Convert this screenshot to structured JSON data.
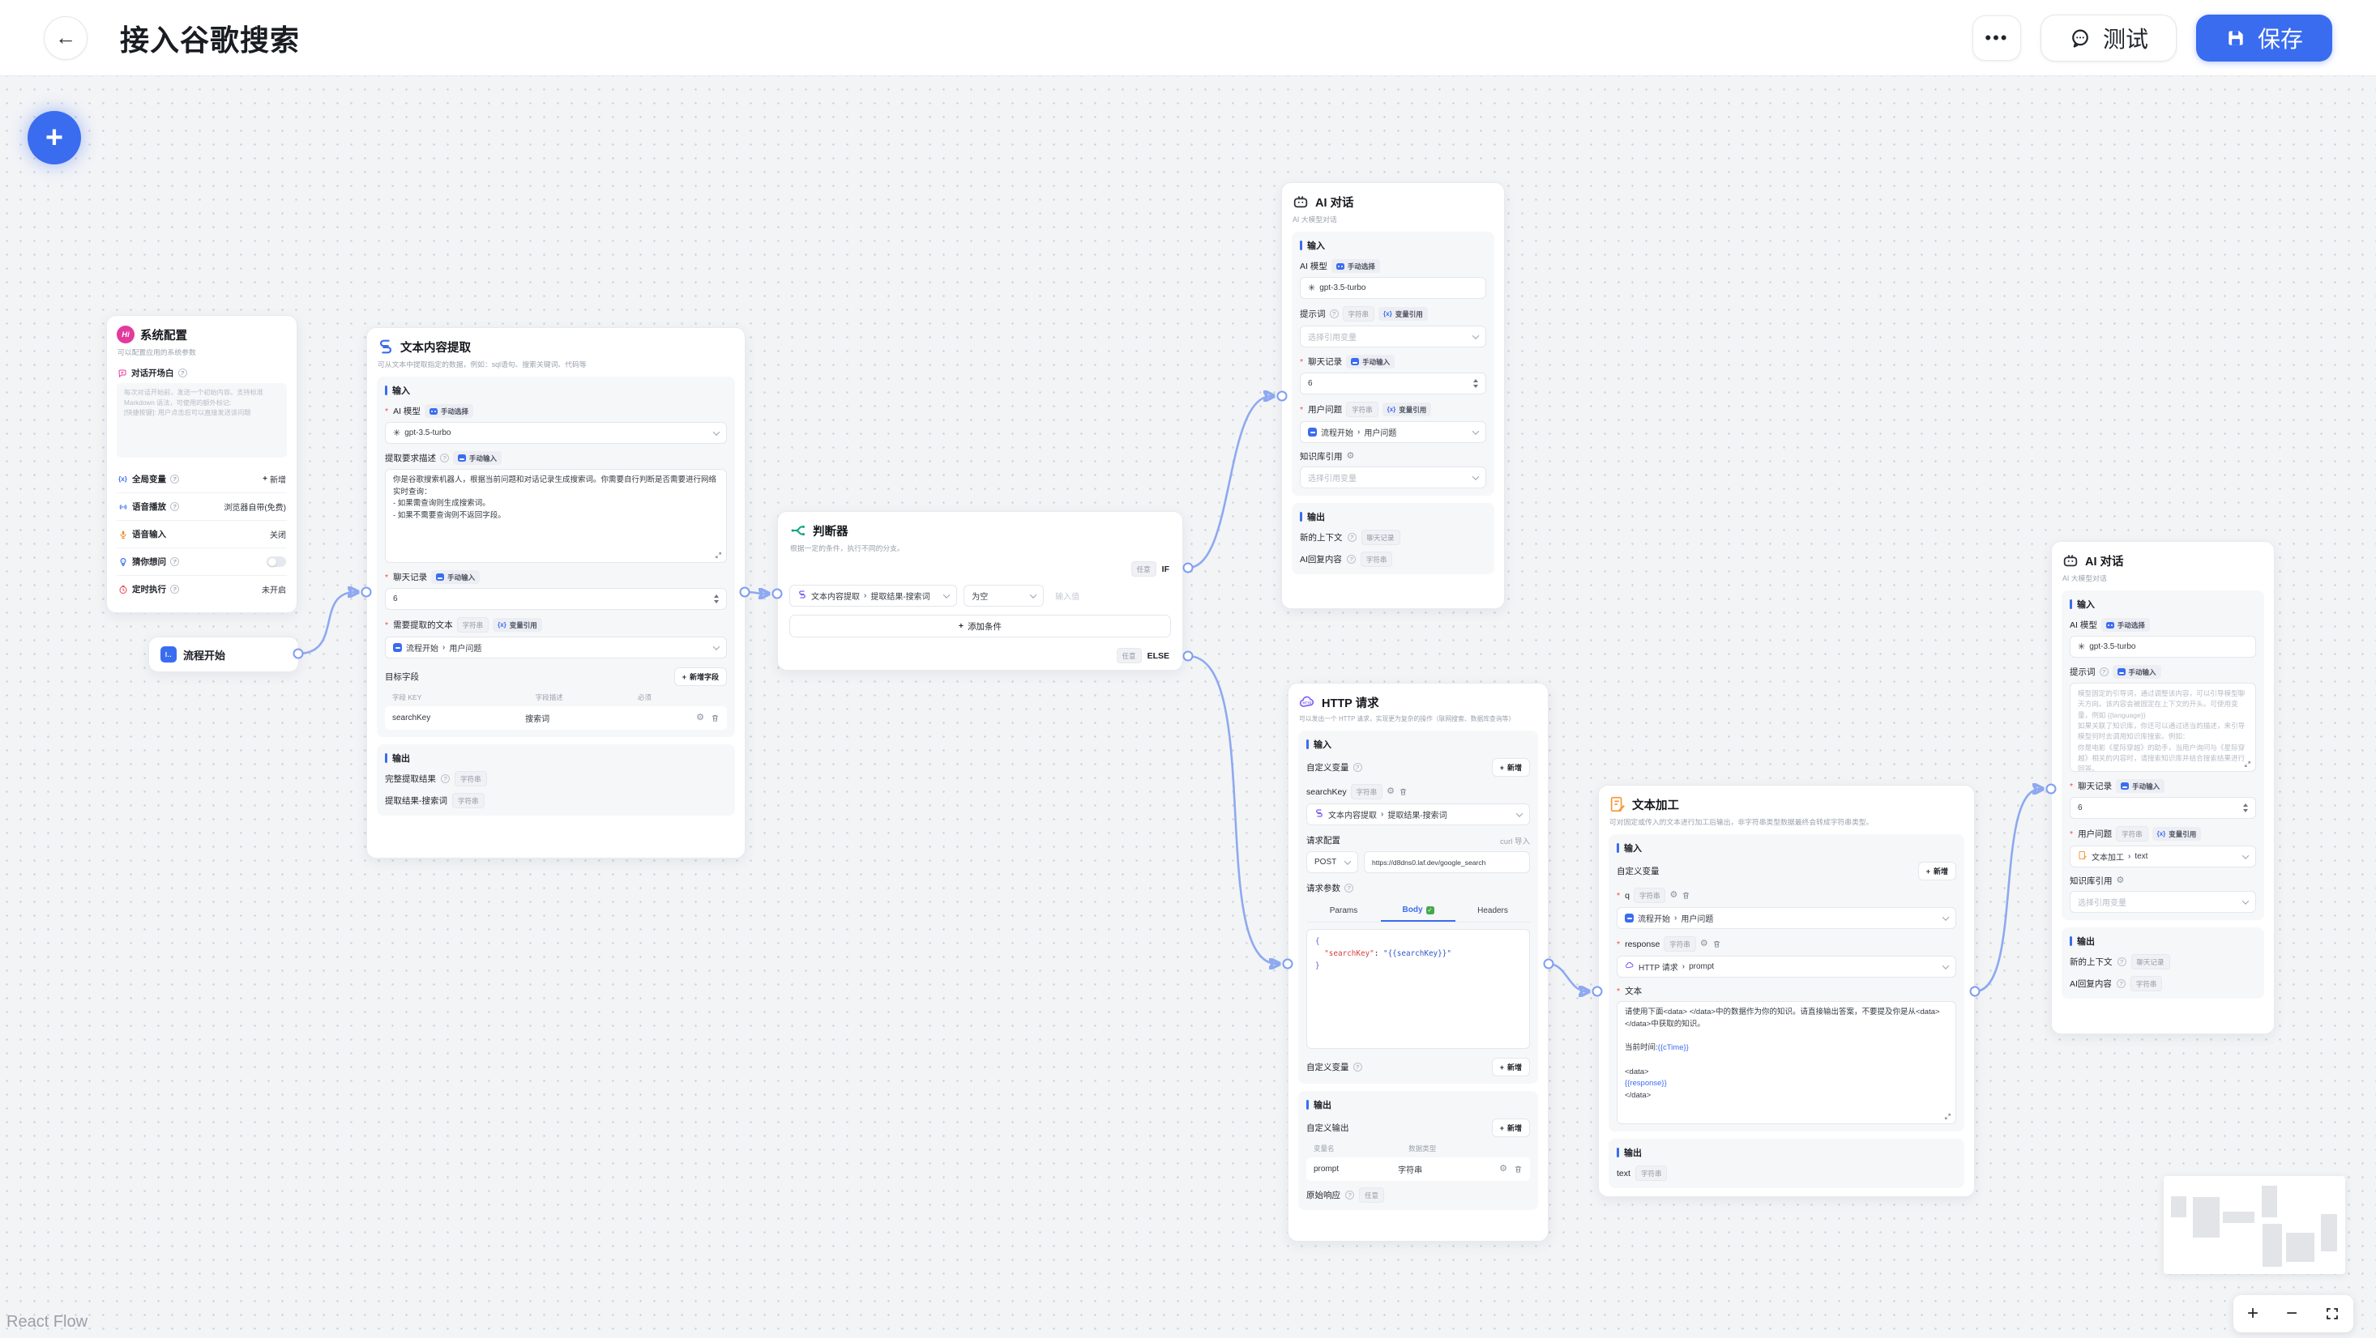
{
  "header": {
    "title": "接入谷歌搜索",
    "test": "测试",
    "save": "保存",
    "more": "•••"
  },
  "icons": {
    "back": "←",
    "plus": "+",
    "minus": "−",
    "question": "?",
    "gear": "⚙",
    "var_braces": "{x}",
    "sep": "›",
    "openai": "✳",
    "flow_start_glyph": "I..",
    "hi": "Hi",
    "check": "✓"
  },
  "common": {
    "input": "输入",
    "output": "输出",
    "manual_select": "手动选择",
    "manual_input": "手动输入",
    "string": "字符串",
    "any": "任意",
    "var_ref": "变量引用",
    "select_var": "选择引用变量",
    "add_new": "新增",
    "model": "gpt-3.5-turbo",
    "chat_history": "聊天记录",
    "count": "6",
    "user_question": "用户问题",
    "kb_ref": "知识库引用",
    "new_context": "新的上下文",
    "ai_reply": "AI回复内容",
    "flow_start": "流程开始",
    "chat_record": "聊天记录"
  },
  "nodes": {
    "system": {
      "icon_text": "Hi",
      "title": "系统配置",
      "subtitle": "可以配置应用的系统参数",
      "opening_label": "对话开场白",
      "opening_placeholder": "每次对话开始前，发送一个初始内容。支持标准 Markdown 语法，可使用的额外标记:\n[快捷按键]: 用户点击后可以直接发送该问题",
      "rows": [
        {
          "label": "全局变量",
          "value": "新增"
        },
        {
          "label": "语音播放",
          "value": "浏览器自带(免费)"
        },
        {
          "label": "语音输入",
          "value": "关闭"
        },
        {
          "label": "猜你想问",
          "value": ""
        },
        {
          "label": "定时执行",
          "value": "未开启"
        }
      ]
    },
    "start": {
      "title": "流程开始"
    },
    "extract": {
      "title": "文本内容提取",
      "subtitle": "可从文本中提取指定的数据，例如：sql语句、搜索关键词、代码等",
      "ai_model_label": "AI 模型",
      "desc_label": "提取要求描述",
      "desc_value": "你是谷歌搜索机器人，根据当前问题和对话记录生成搜索词。你需要自行判断是否需要进行网络实时查询：\n- 如果需查询则生成搜索词。\n- 如果不需要查询则不返回字段。",
      "extract_text_label": "需要提取的文本",
      "target_fields_label": "目标字段",
      "add_field": "新增字段",
      "col_key": "字段 KEY",
      "col_desc": "字段描述",
      "col_required": "必须",
      "field_key": "searchKey",
      "field_desc": "搜索词",
      "out_full": "完整提取结果",
      "out_search": "提取结果-搜索词"
    },
    "judge": {
      "title": "判断器",
      "subtitle": "根据一定的条件，执行不同的分支。",
      "if_label": "IF",
      "else_label": "ELSE",
      "cond_node": "文本内容提取",
      "cond_field": "提取结果-搜索词",
      "op": "为空",
      "value_placeholder": "输入值",
      "add_condition": "添加条件"
    },
    "ai1": {
      "title": "AI 对话",
      "subtitle": "AI 大模型对话",
      "model_label": "AI 模型",
      "prompt_label": "提示词"
    },
    "http": {
      "title": "HTTP 请求",
      "subtitle": "可以发出一个 HTTP 请求，实现更为复杂的操作（联网搜索、数据库查询等）",
      "custom_var_label": "自定义变量",
      "var_name": "searchKey",
      "ref_node": "文本内容提取",
      "ref_field": "提取结果-搜索词",
      "req_config_label": "请求配置",
      "curl_import": "curl 导入",
      "method": "POST",
      "url": "https://d8dns0.laf.dev/google_search",
      "req_params_label": "请求参数",
      "tab_params": "Params",
      "tab_body": "Body",
      "tab_headers": "Headers",
      "code_open": "{",
      "code_key": "\"searchKey\"",
      "code_colon": ": ",
      "code_value": "\"{{searchKey}}\"",
      "code_close": "}",
      "custom_output_label": "自定义输出",
      "col_var": "变量名",
      "col_type": "数据类型",
      "out_name": "prompt",
      "out_type": "字符串",
      "raw_label": "原始响应"
    },
    "textproc": {
      "title": "文本加工",
      "subtitle": "可对固定或传入的文本进行加工后输出，非字符串类型数据最终会转成字符串类型。",
      "q_name": "q",
      "resp_name": "response",
      "ref_http": "HTTP 请求",
      "ref_prompt": "prompt",
      "text_label": "文本",
      "text_p1": "请使用下面<data> </data>中的数据作为你的知识。请直接输出答案，不要提及你是从<data> </data>中获取的知识。\n\n当前时间:",
      "text_v1": "{{cTime}}",
      "text_p2": "\n\n<data>\n",
      "text_v2": "{{response}}",
      "text_p3": "\n</data>",
      "out_name": "text"
    },
    "ai2": {
      "title": "AI 对话",
      "subtitle": "AI 大模型对话",
      "prompt_label": "提示词",
      "prompt_placeholder": "模型固定的引导词，通过调整该内容，可以引导模型聊天方向。该内容会被固定在上下文的开头。可使用变量，例如 {{language}}\n如果关联了知识库，你还可以通过适当的描述，来引导模型何时去调用知识库搜索。例如：\n你是电影《星际穿越》的助手，当用户询问与《星际穿越》相关的内容时，请搜索知识库并结合搜索结果进行回答。",
      "ref_node": "文本加工",
      "ref_field": "text"
    }
  },
  "canvas": {
    "attribution": "React Flow"
  },
  "minimap": {
    "rects": [
      [
        9,
        25,
        19,
        26
      ],
      [
        36,
        26,
        33,
        50
      ],
      [
        73,
        44,
        39,
        14
      ],
      [
        121,
        12,
        19,
        39
      ],
      [
        122,
        59,
        24,
        53
      ],
      [
        151,
        70,
        35,
        36
      ],
      [
        194,
        47,
        20,
        46
      ]
    ]
  }
}
